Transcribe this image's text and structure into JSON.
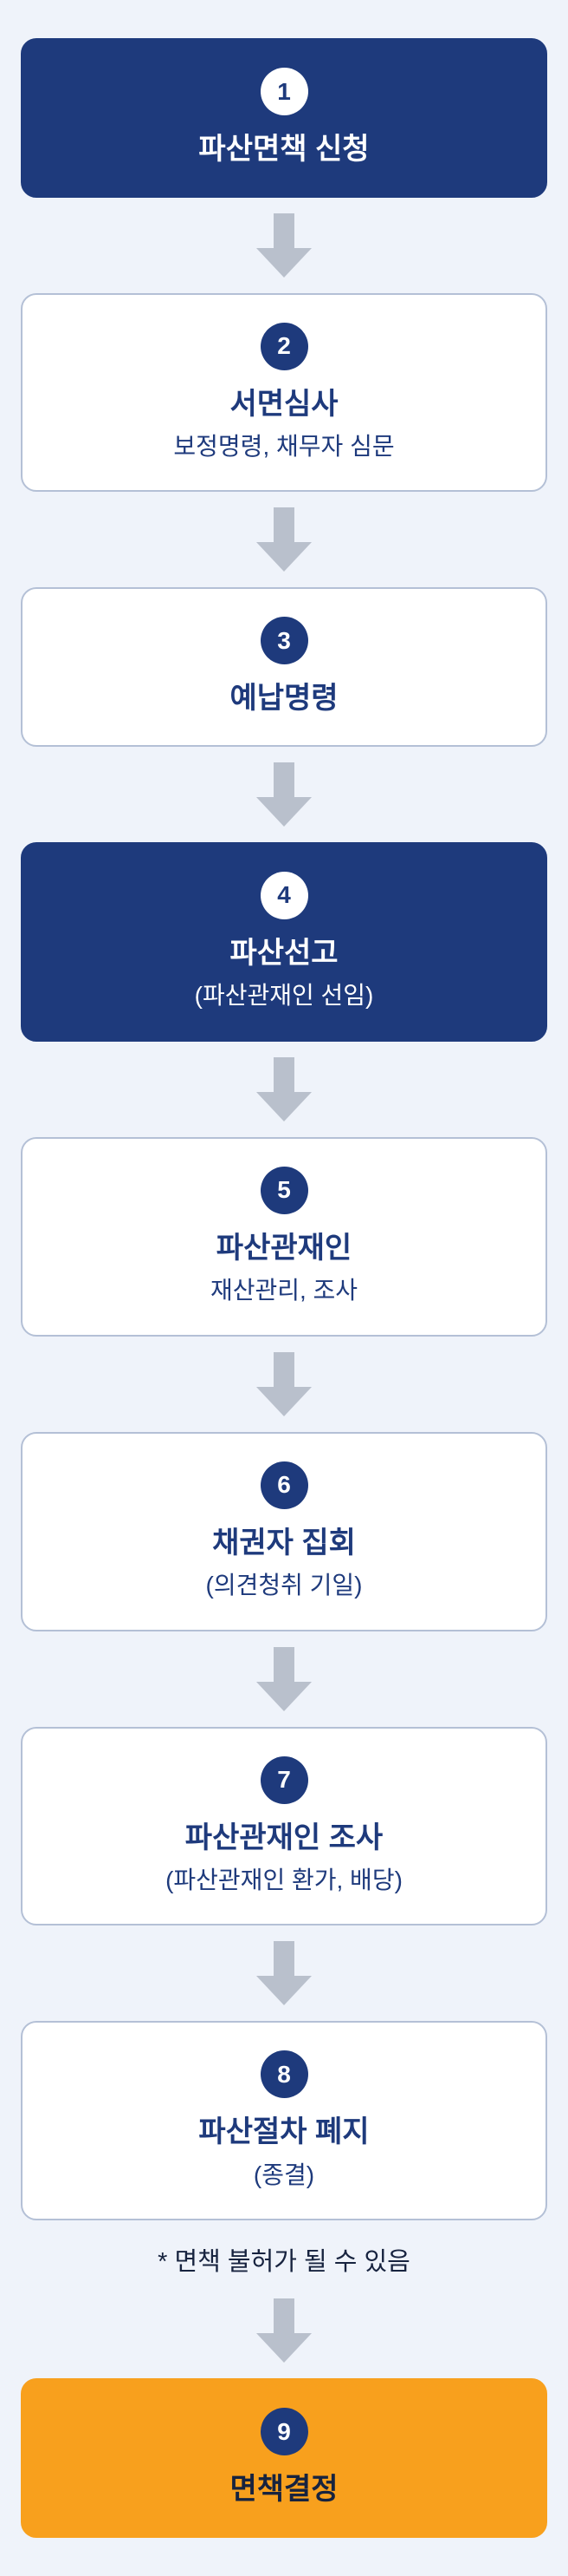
{
  "colors": {
    "page_bg": "#eff3fa",
    "navy": "#1e3a7c",
    "orange": "#f8a01d",
    "arrow": "#b9c0cc",
    "box_border": "#b4c0d6",
    "dark_text": "#17233f"
  },
  "flow": {
    "steps": [
      {
        "number": "1",
        "title": "파산면책 신청",
        "subtitle": "",
        "variant": "navy"
      },
      {
        "number": "2",
        "title": "서면심사",
        "subtitle": "보정명령, 채무자 심문",
        "variant": "white"
      },
      {
        "number": "3",
        "title": "예납명령",
        "subtitle": "",
        "variant": "white"
      },
      {
        "number": "4",
        "title": "파산선고",
        "subtitle": "(파산관재인 선임)",
        "variant": "navy"
      },
      {
        "number": "5",
        "title": "파산관재인",
        "subtitle": "재산관리, 조사",
        "variant": "white"
      },
      {
        "number": "6",
        "title": "채권자 집회",
        "subtitle": "(의견청취 기일)",
        "variant": "white"
      },
      {
        "number": "7",
        "title": "파산관재인 조사",
        "subtitle": "(파산관재인 환가, 배당)",
        "variant": "white"
      },
      {
        "number": "8",
        "title": "파산절차 폐지",
        "subtitle": "(종결)",
        "variant": "white"
      },
      {
        "number": "9",
        "title": "면책결정",
        "subtitle": "",
        "variant": "orange"
      }
    ],
    "note": "* 면책 불허가 될 수 있음",
    "note_after_step": 8
  }
}
